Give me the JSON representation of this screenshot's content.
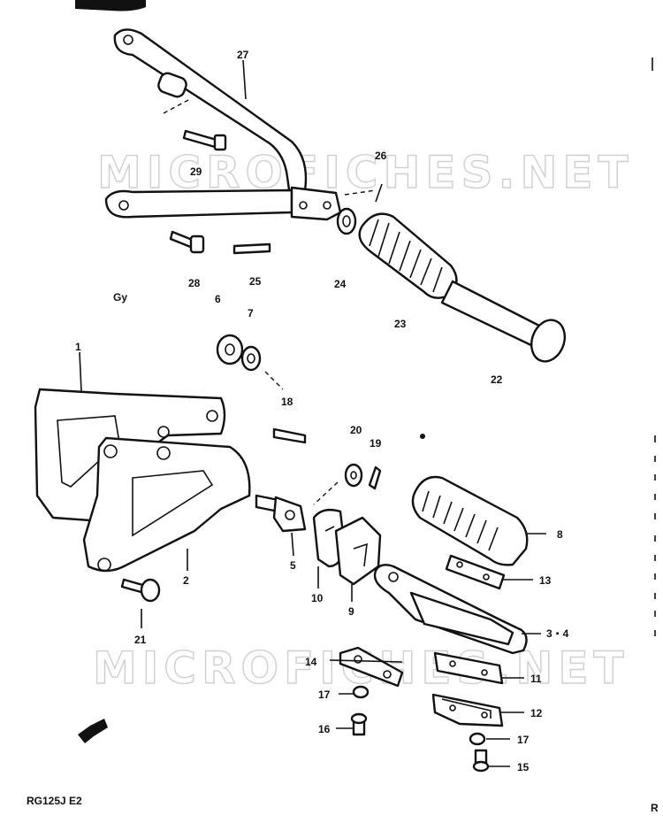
{
  "watermark": "MICROFICHES.NET",
  "model_code": "RG125J E2",
  "corner_mark": "R",
  "icons": {
    "direction_arrow": "front-arrow-icon"
  },
  "colors": {
    "ink": "#111111",
    "paper": "#ffffff",
    "watermark": "#cfcfcf"
  },
  "labels": {
    "p27": "27",
    "p29": "29",
    "p26": "26",
    "p28": "28",
    "p25": "25",
    "p24": "24",
    "p23": "23",
    "p22": "22",
    "p6": "6",
    "p7": "7",
    "p1": "1",
    "p18": "18",
    "p20": "20",
    "p19": "19",
    "p8": "8",
    "p2": "2",
    "p5": "5",
    "p10": "10",
    "p9": "9",
    "p13a": "13",
    "p34": "3・4",
    "p21": "21",
    "p14": "14",
    "p11": "11",
    "p17a": "17",
    "p12": "12",
    "p16": "16",
    "p17b": "17",
    "p15": "15",
    "stray": "Gy"
  }
}
